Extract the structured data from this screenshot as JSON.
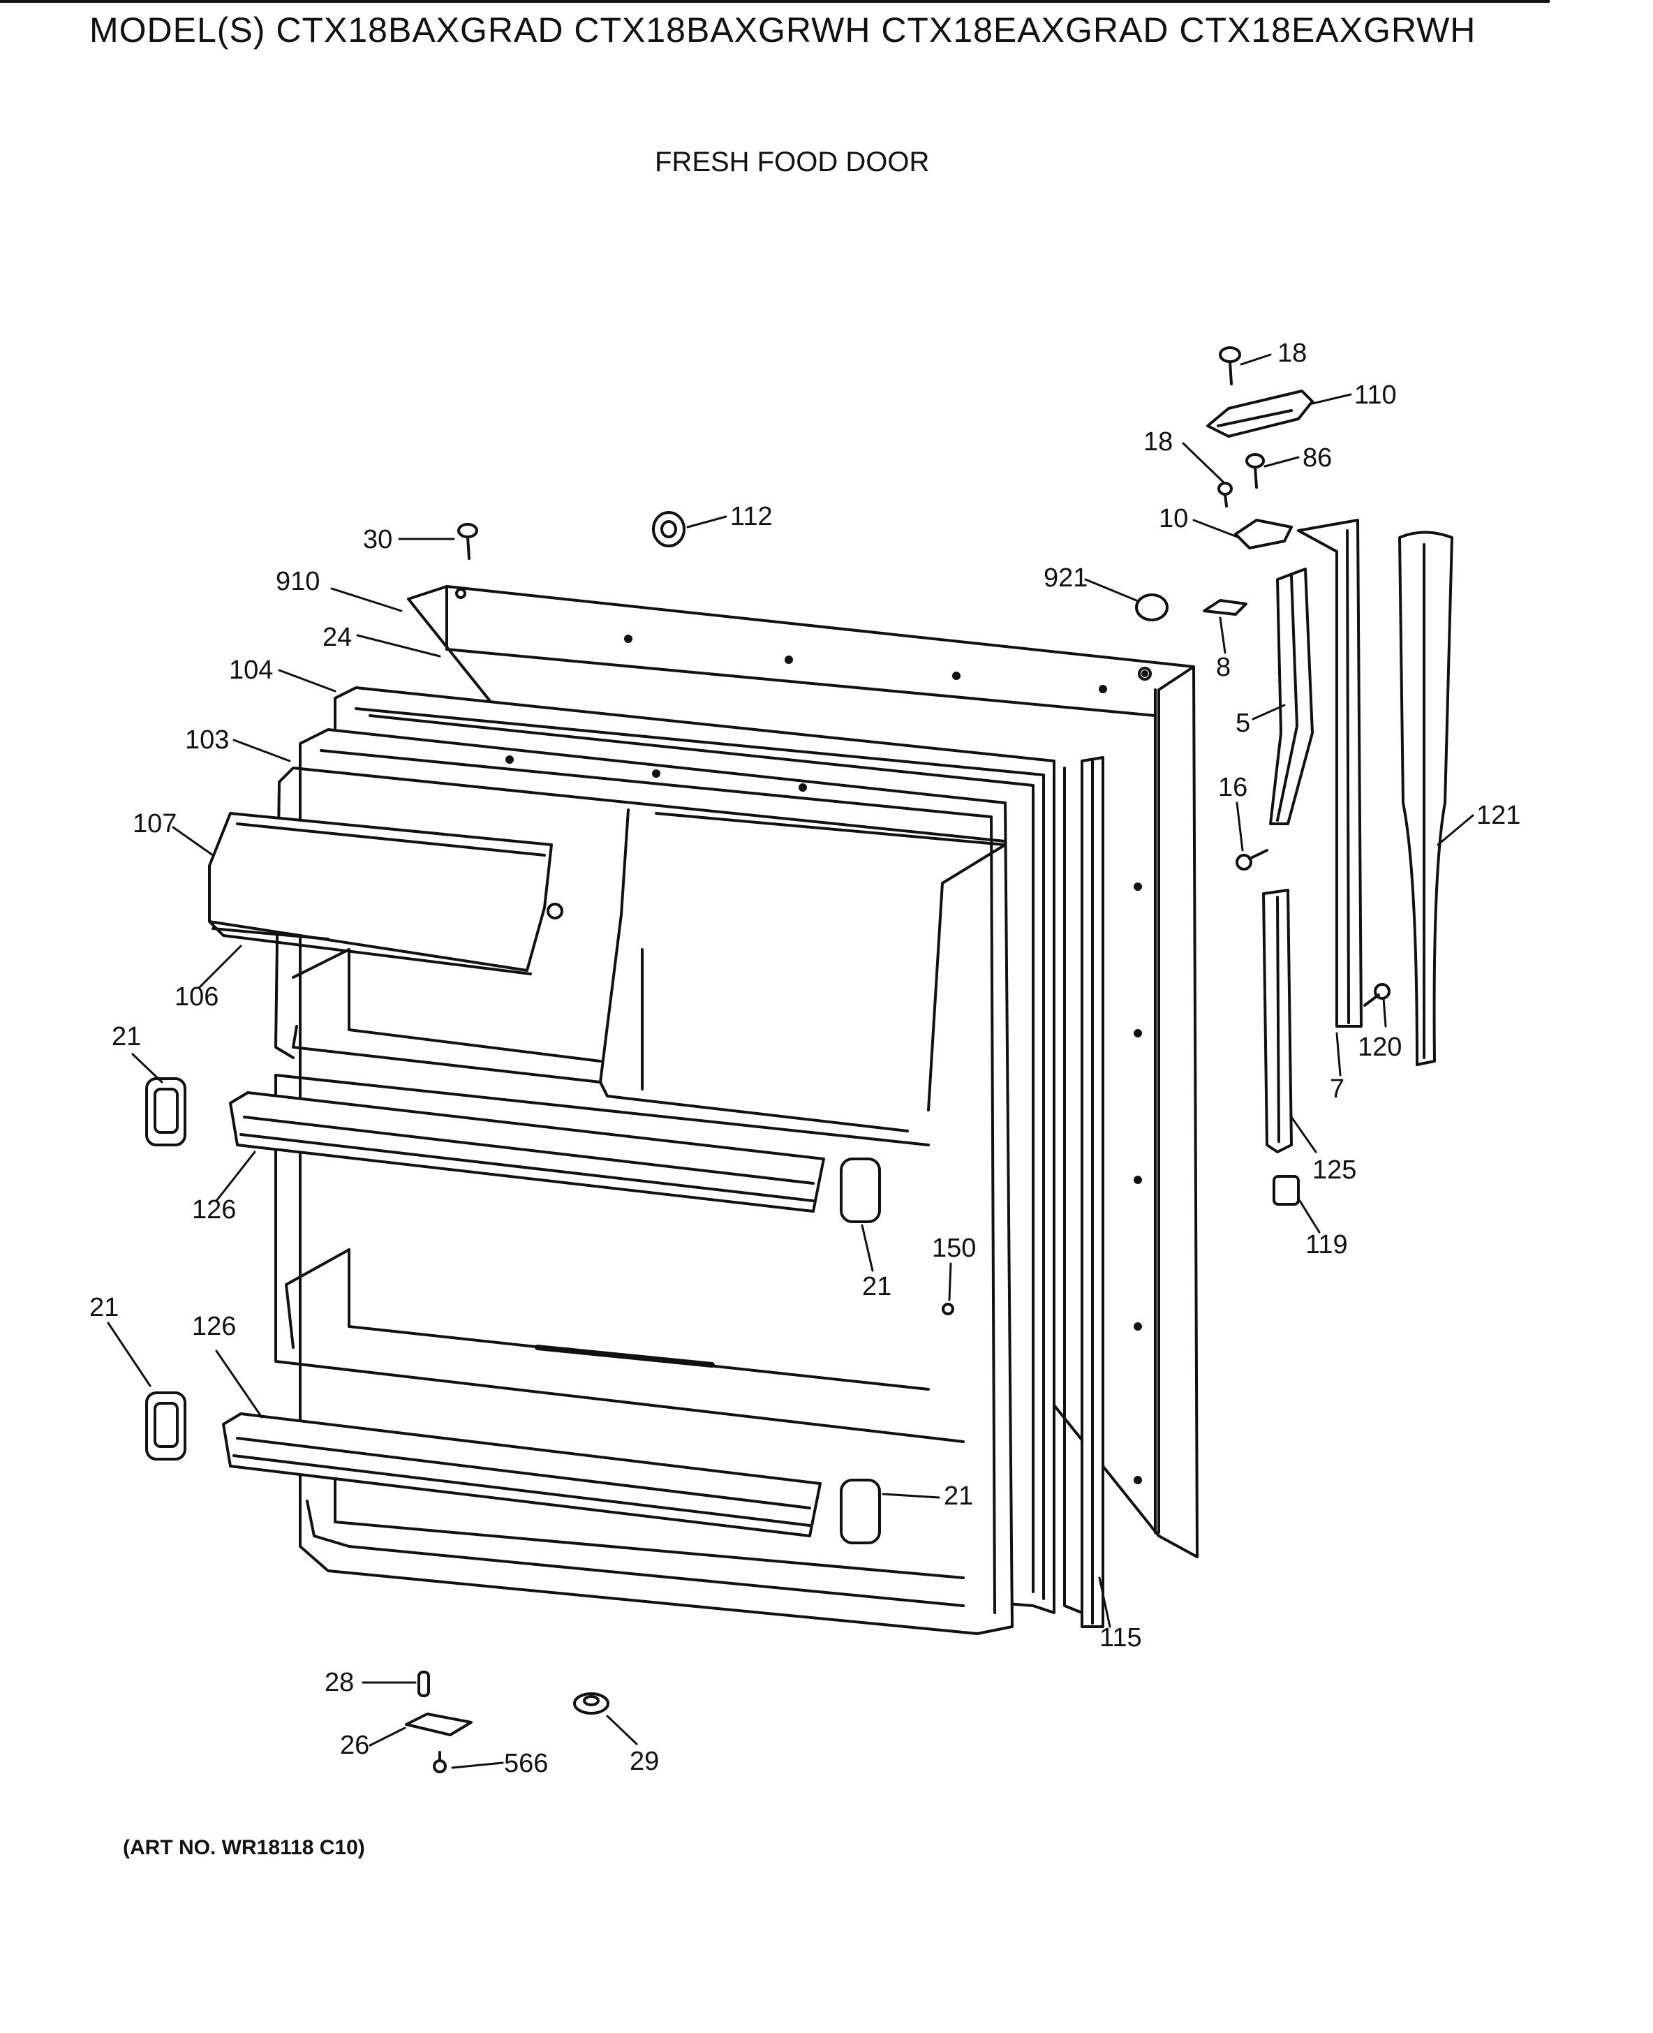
{
  "header": {
    "models": "MODEL(S) CTX18BAXGRAD  CTX18BAXGRWH  CTX18EAXGRAD  CTX18EAXGRWH",
    "section": "FRESH FOOD DOOR"
  },
  "footer": {
    "art_number": "(ART NO. WR18118 C10)"
  },
  "callouts": [
    "18",
    "110",
    "18",
    "86",
    "10",
    "112",
    "30",
    "910",
    "921",
    "8",
    "24",
    "104",
    "5",
    "103",
    "107",
    "16",
    "121",
    "106",
    "21",
    "120",
    "7",
    "126",
    "125",
    "119",
    "150",
    "21",
    "21",
    "126",
    "21",
    "115",
    "28",
    "26",
    "566",
    "29"
  ],
  "colors": {
    "ink": "#111111",
    "paper": "#ffffff"
  }
}
